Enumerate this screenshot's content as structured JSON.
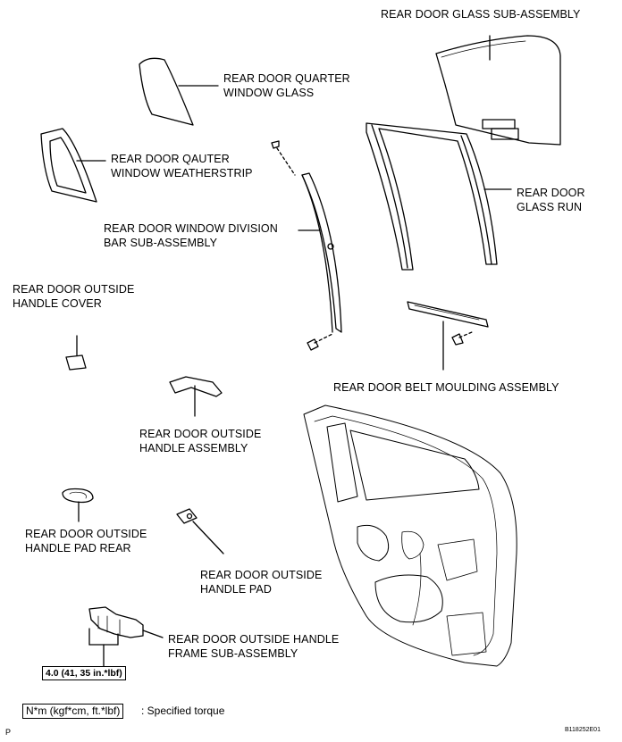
{
  "labels": {
    "glass_sub_assembly": [
      "REAR DOOR GLASS SUB-ASSEMBLY"
    ],
    "quarter_window_glass": [
      "REAR DOOR QUARTER",
      "WINDOW GLASS"
    ],
    "quarter_weatherstrip": [
      "REAR DOOR QAUTER",
      "WINDOW WEATHERSTRIP"
    ],
    "glass_run": [
      "REAR DOOR",
      "GLASS RUN"
    ],
    "window_division_bar": [
      "REAR DOOR WINDOW DIVISION",
      "BAR SUB-ASSEMBLY"
    ],
    "outside_handle_cover": [
      "REAR DOOR OUTSIDE",
      "HANDLE COVER"
    ],
    "belt_moulding": [
      "REAR DOOR BELT MOULDING ASSEMBLY"
    ],
    "outside_handle_assembly": [
      "REAR DOOR OUTSIDE",
      "HANDLE ASSEMBLY"
    ],
    "outside_handle_pad_rear": [
      "REAR DOOR OUTSIDE",
      "HANDLE PAD REAR"
    ],
    "outside_handle_pad": [
      "REAR DOOR OUTSIDE",
      "HANDLE PAD"
    ],
    "outside_handle_frame": [
      "REAR DOOR OUTSIDE HANDLE",
      "FRAME SUB-ASSEMBLY"
    ]
  },
  "torque_value": "4.0 (41, 35 in.*lbf)",
  "legend": {
    "unit_box": "N*m (kgf*cm, ft.*lbf)",
    "description": ": Specified torque"
  },
  "figure_code": "B118252E01",
  "page_marker": "P"
}
